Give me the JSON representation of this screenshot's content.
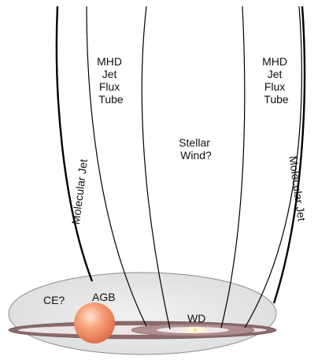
{
  "labels": {
    "mhd_left": [
      "MHD",
      "Jet",
      "Flux",
      "Tube"
    ],
    "mhd_right": [
      "MHD",
      "Jet",
      "Flux",
      "Tube"
    ],
    "stellar_wind": [
      "Stellar",
      "Wind?"
    ],
    "molecular_jet_left": "Molecular Jet",
    "molecular_jet_right": "Molecular Jet",
    "ce": "CE?",
    "agb": "AGB",
    "wd": "WD"
  },
  "colors": {
    "envelope_fill": "#e6e6e6",
    "envelope_stroke": "#8c8c8c",
    "disk_outer": "#8a6a6a",
    "disk_inner": "#b08e8e",
    "disk_light": "#e7dcdc",
    "agb_star": "#f08c64",
    "wd_glow": "#fff4c0",
    "line": "#000000"
  }
}
